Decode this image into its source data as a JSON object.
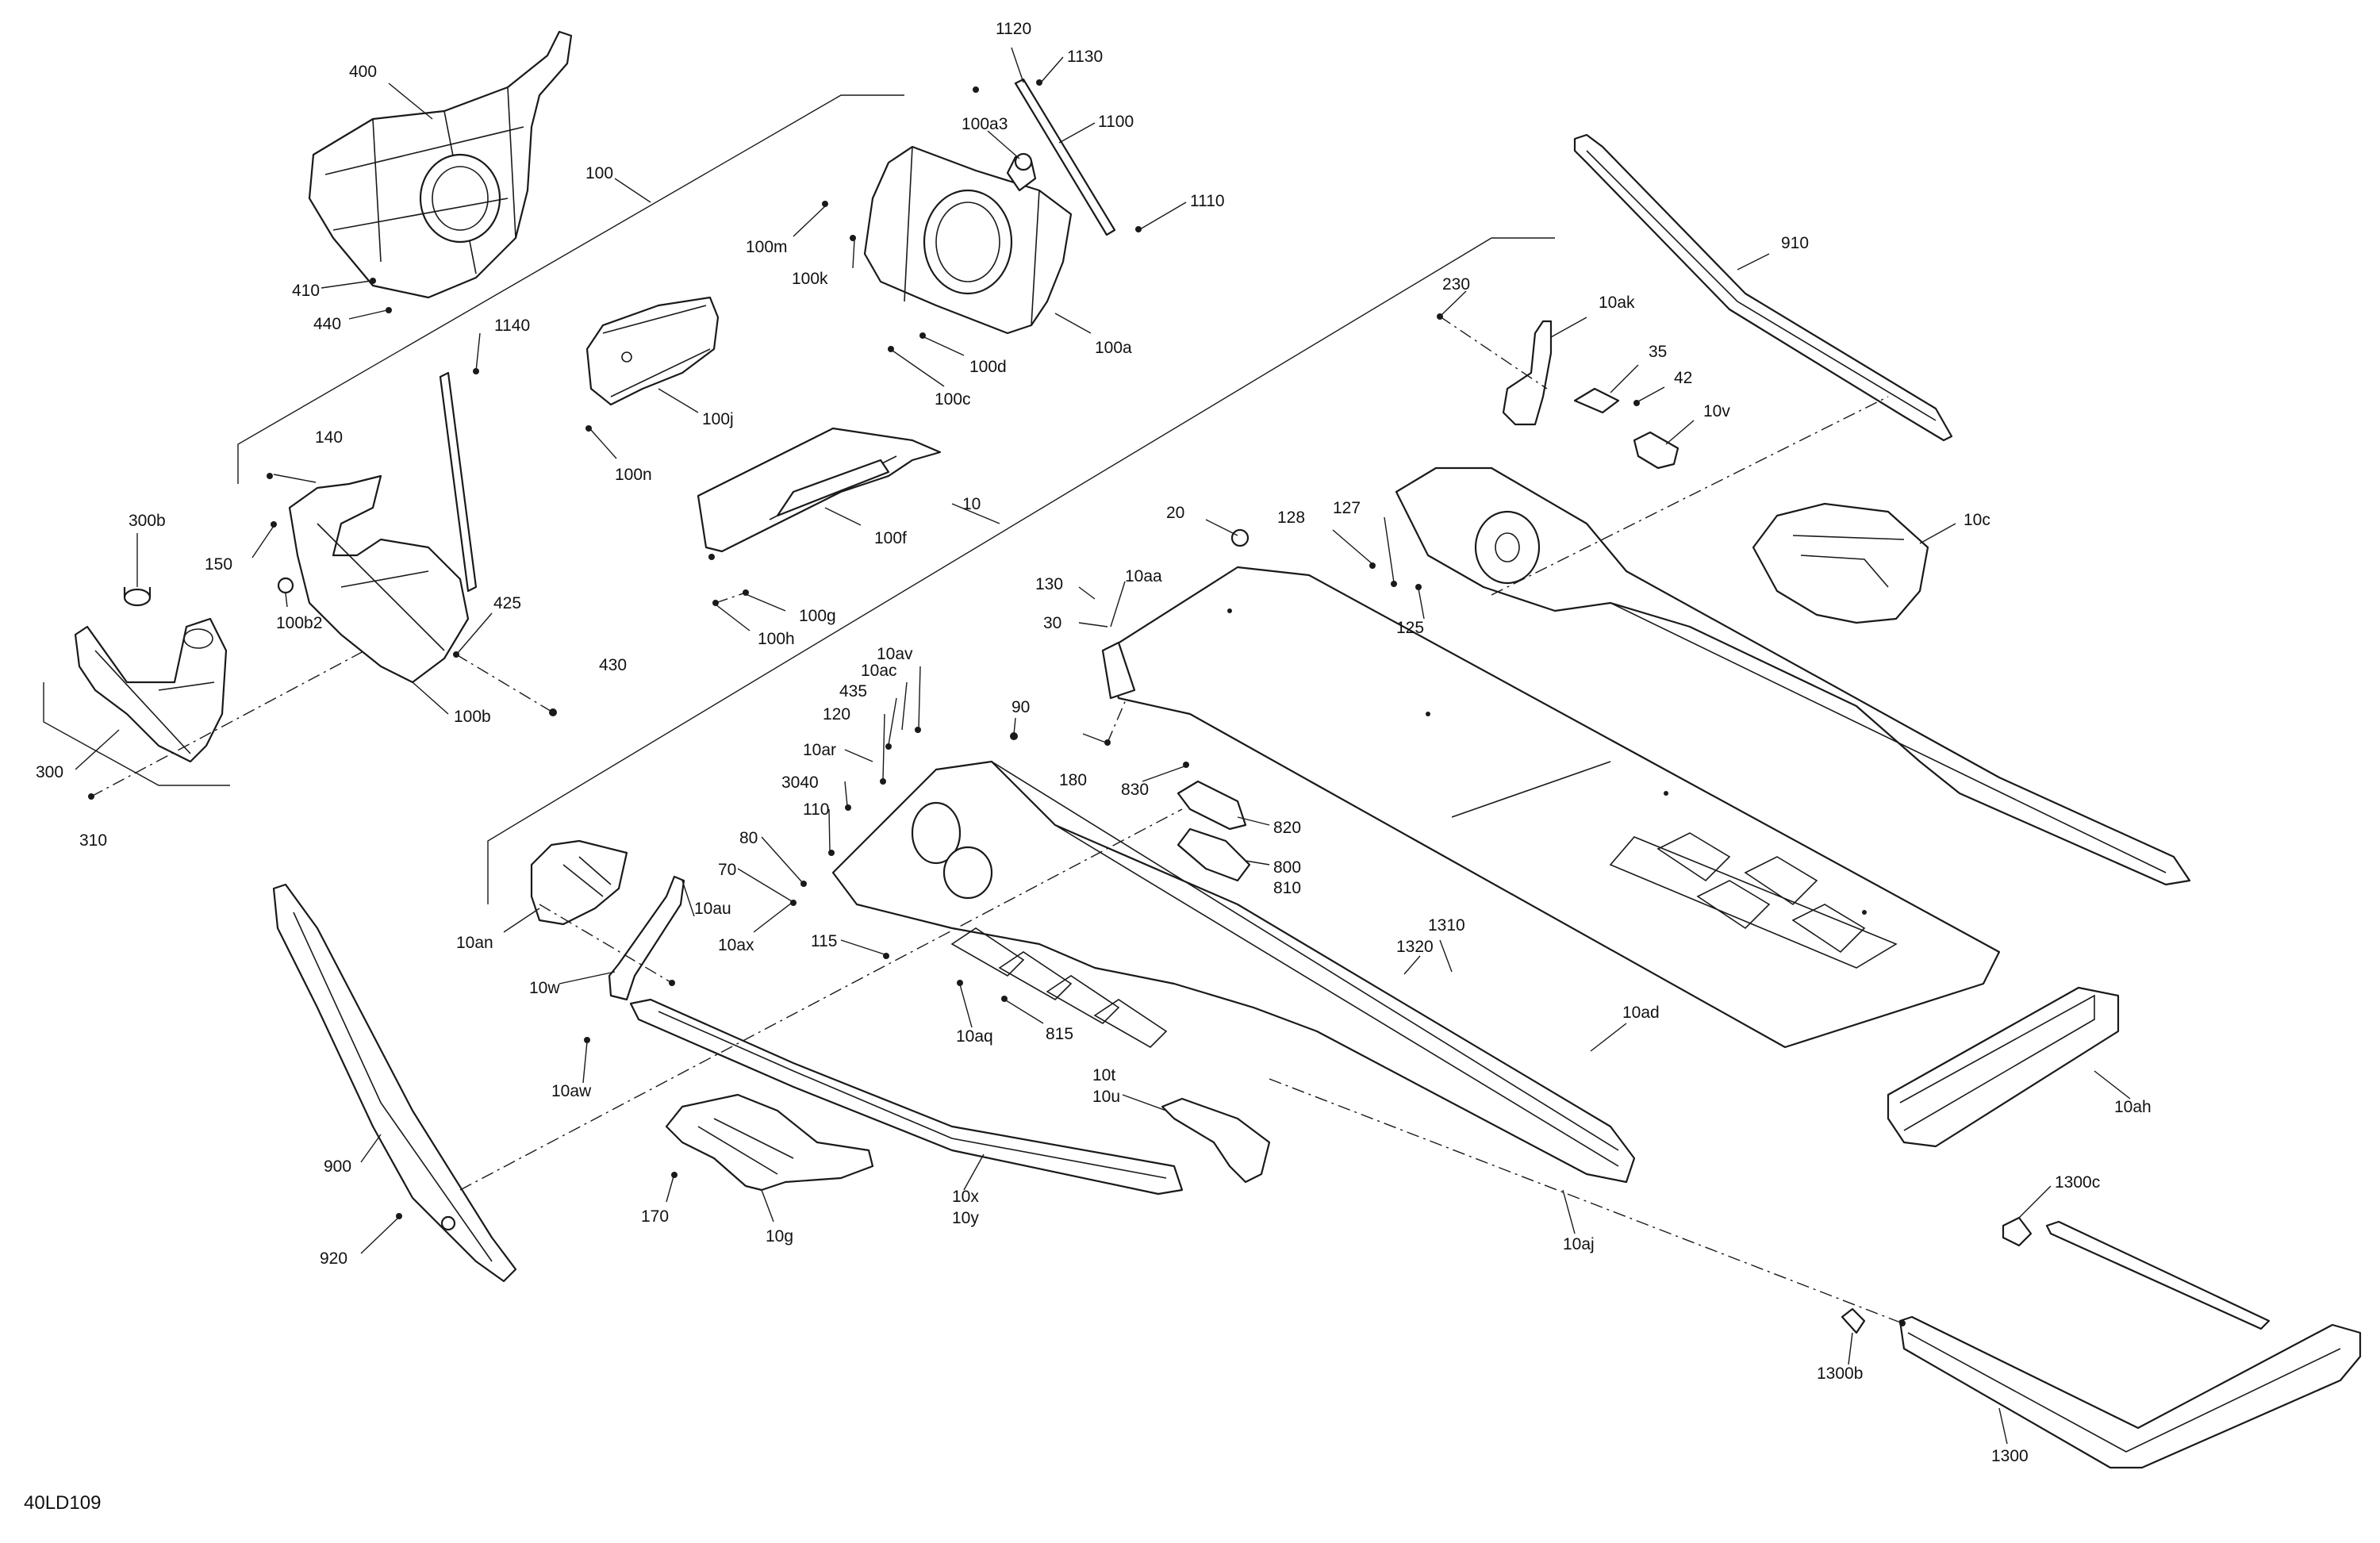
{
  "diagram": {
    "code": "40LD109",
    "callouts": [
      {
        "id": "400",
        "text": "400"
      },
      {
        "id": "100",
        "text": "100"
      },
      {
        "id": "410",
        "text": "410"
      },
      {
        "id": "440",
        "text": "440"
      },
      {
        "id": "1140",
        "text": "1140"
      },
      {
        "id": "140",
        "text": "140"
      },
      {
        "id": "150",
        "text": "150"
      },
      {
        "id": "300b",
        "text": "300b"
      },
      {
        "id": "100b2",
        "text": "100b2"
      },
      {
        "id": "425",
        "text": "425"
      },
      {
        "id": "430",
        "text": "430"
      },
      {
        "id": "100b",
        "text": "100b"
      },
      {
        "id": "300",
        "text": "300"
      },
      {
        "id": "310",
        "text": "310"
      },
      {
        "id": "1120",
        "text": "1120"
      },
      {
        "id": "1130",
        "text": "1130"
      },
      {
        "id": "100a3",
        "text": "100a3"
      },
      {
        "id": "1100",
        "text": "1100"
      },
      {
        "id": "1110",
        "text": "1110"
      },
      {
        "id": "100m",
        "text": "100m"
      },
      {
        "id": "100k",
        "text": "100k"
      },
      {
        "id": "100a",
        "text": "100a"
      },
      {
        "id": "100d",
        "text": "100d"
      },
      {
        "id": "100c",
        "text": "100c"
      },
      {
        "id": "100j",
        "text": "100j"
      },
      {
        "id": "100n",
        "text": "100n"
      },
      {
        "id": "100f",
        "text": "100f"
      },
      {
        "id": "100g",
        "text": "100g"
      },
      {
        "id": "100h",
        "text": "100h"
      },
      {
        "id": "10",
        "text": "10"
      },
      {
        "id": "910",
        "text": "910"
      },
      {
        "id": "230",
        "text": "230"
      },
      {
        "id": "10ak",
        "text": "10ak"
      },
      {
        "id": "35",
        "text": "35"
      },
      {
        "id": "42",
        "text": "42"
      },
      {
        "id": "10v",
        "text": "10v"
      },
      {
        "id": "10c",
        "text": "10c"
      },
      {
        "id": "20",
        "text": "20"
      },
      {
        "id": "128",
        "text": "128"
      },
      {
        "id": "127",
        "text": "127"
      },
      {
        "id": "125",
        "text": "125"
      },
      {
        "id": "130",
        "text": "130"
      },
      {
        "id": "10aa",
        "text": "10aa"
      },
      {
        "id": "30",
        "text": "30"
      },
      {
        "id": "10av",
        "text": "10av"
      },
      {
        "id": "10ac",
        "text": "10ac"
      },
      {
        "id": "435",
        "text": "435"
      },
      {
        "id": "120",
        "text": "120"
      },
      {
        "id": "10ar",
        "text": "10ar"
      },
      {
        "id": "3040",
        "text": "3040"
      },
      {
        "id": "110",
        "text": "110"
      },
      {
        "id": "80",
        "text": "80"
      },
      {
        "id": "70",
        "text": "70"
      },
      {
        "id": "10ax",
        "text": "10ax"
      },
      {
        "id": "115",
        "text": "115"
      },
      {
        "id": "90",
        "text": "90"
      },
      {
        "id": "180",
        "text": "180"
      },
      {
        "id": "830",
        "text": "830"
      },
      {
        "id": "820",
        "text": "820"
      },
      {
        "id": "800",
        "text": "800"
      },
      {
        "id": "810",
        "text": "810"
      },
      {
        "id": "10an",
        "text": "10an"
      },
      {
        "id": "10au",
        "text": "10au"
      },
      {
        "id": "10w",
        "text": "10w"
      },
      {
        "id": "10aq",
        "text": "10aq"
      },
      {
        "id": "815",
        "text": "815"
      },
      {
        "id": "1320",
        "text": "1320"
      },
      {
        "id": "1310",
        "text": "1310"
      },
      {
        "id": "10ad",
        "text": "10ad"
      },
      {
        "id": "10aw",
        "text": "10aw"
      },
      {
        "id": "10t",
        "text": "10t"
      },
      {
        "id": "10u",
        "text": "10u"
      },
      {
        "id": "10ah",
        "text": "10ah"
      },
      {
        "id": "900",
        "text": "900"
      },
      {
        "id": "920",
        "text": "920"
      },
      {
        "id": "170",
        "text": "170"
      },
      {
        "id": "10g",
        "text": "10g"
      },
      {
        "id": "10x",
        "text": "10x"
      },
      {
        "id": "10y",
        "text": "10y"
      },
      {
        "id": "10aj",
        "text": "10aj"
      },
      {
        "id": "1300c",
        "text": "1300c"
      },
      {
        "id": "1300b",
        "text": "1300b"
      },
      {
        "id": "1300",
        "text": "1300"
      }
    ]
  }
}
